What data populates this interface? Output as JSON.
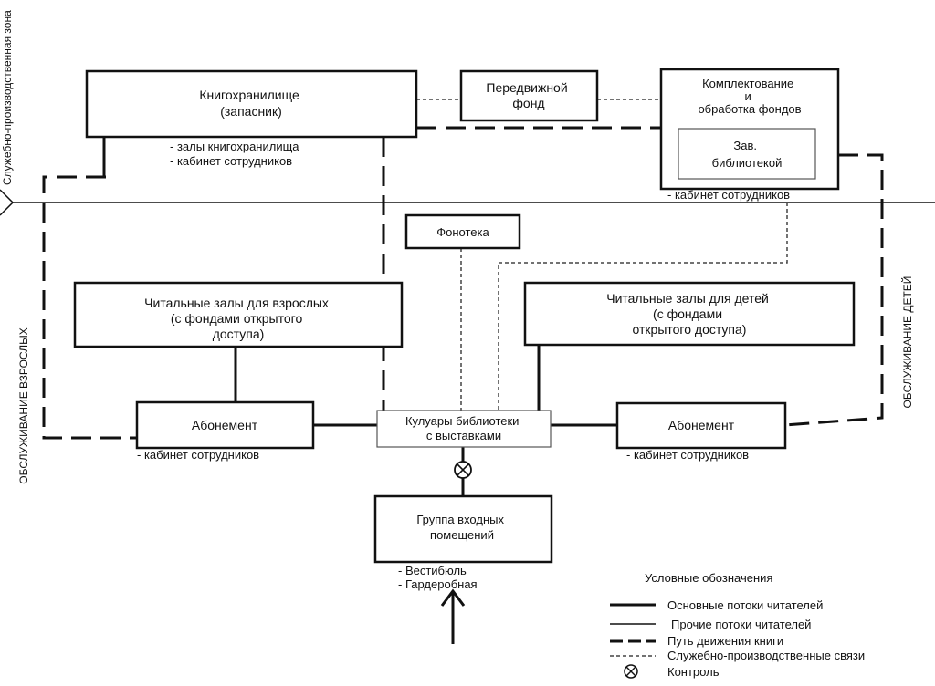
{
  "zones": {
    "service": "Служебно-производственная зона",
    "adults": "ОБСЛУЖИВАНИЕ ВЗРОСЛЫХ",
    "children": "ОБСЛУЖИВАНИЕ ДЕТЕЙ"
  },
  "boxes": {
    "storage": [
      "Книгохранилище",
      "(запасник)"
    ],
    "mobile_fund": [
      "Передвижной",
      "фонд"
    ],
    "acquisition": [
      "Комплектование",
      "и",
      "обработка фондов"
    ],
    "head": [
      "Зав.",
      "библиотекой"
    ],
    "phonotheque": [
      "Фонотека"
    ],
    "adult_rooms": [
      "Читальные залы для взрослых",
      "(с фондами открытого",
      "доступа)"
    ],
    "child_rooms": [
      "Читальные залы для детей",
      "(с фондами",
      "открытого доступа)"
    ],
    "abonement_left": [
      "Абонемент"
    ],
    "lobby": [
      "Кулуары библиотеки",
      "с выставками"
    ],
    "abonement_right": [
      "Абонемент"
    ],
    "entrance": [
      "Группа входных",
      "помещений"
    ]
  },
  "notes": {
    "storage": [
      "- залы книгохранилища",
      "- кабинет сотрудников"
    ],
    "acquisition": "- кабинет сотрудников",
    "abonement_left": "- кабинет сотрудников",
    "abonement_right": "- кабинет сотрудников",
    "entrance": [
      "- Вестибюль",
      "-  Гардеробная"
    ]
  },
  "legend": {
    "title": "Условные обозначения",
    "items": [
      {
        "style": "thick",
        "label": "Основные потоки читателей"
      },
      {
        "style": "thin",
        "label": "Прочие потоки читателей"
      },
      {
        "style": "dash-big",
        "label": "Путь движения книги"
      },
      {
        "style": "dash-small",
        "label": "Служебно-производственные связи"
      },
      {
        "style": "control",
        "label": "Контроль"
      }
    ]
  }
}
